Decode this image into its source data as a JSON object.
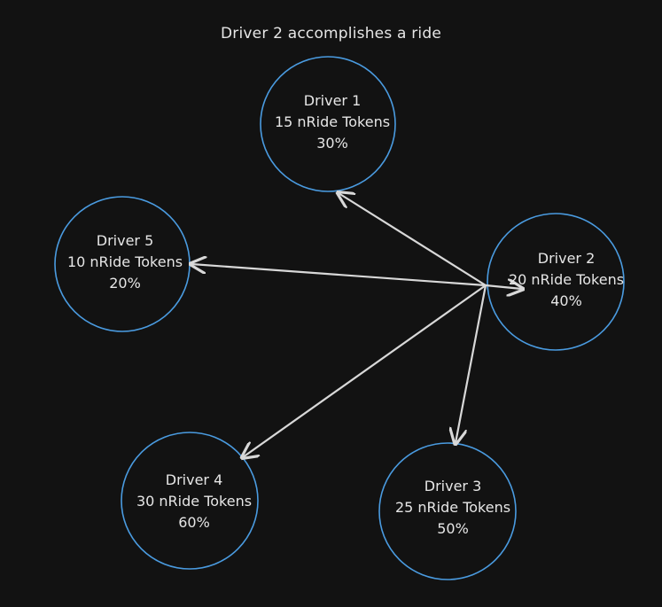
{
  "title": "Driver 2 accomplishes a ride",
  "colors": {
    "background": "#121212",
    "node_stroke": "#4a9be0",
    "arrow": "#d8d8d8",
    "text": "#e6e6e6"
  },
  "nodes": [
    {
      "id": "driver-1",
      "name": "Driver 1",
      "tokens": "15 nRide Tokens",
      "percent": "30%"
    },
    {
      "id": "driver-2",
      "name": "Driver 2",
      "tokens": "20 nRide Tokens",
      "percent": "40%"
    },
    {
      "id": "driver-3",
      "name": "Driver 3",
      "tokens": "25 nRide Tokens",
      "percent": "50%"
    },
    {
      "id": "driver-4",
      "name": "Driver 4",
      "tokens": "30 nRide Tokens",
      "percent": "60%"
    },
    {
      "id": "driver-5",
      "name": "Driver 5",
      "tokens": "10 nRide Tokens",
      "percent": "20%"
    }
  ],
  "edges": [
    {
      "from": "driver-2",
      "to": "driver-1"
    },
    {
      "from": "driver-2",
      "to": "driver-5"
    },
    {
      "from": "driver-2",
      "to": "driver-2"
    },
    {
      "from": "driver-2",
      "to": "driver-4"
    },
    {
      "from": "driver-2",
      "to": "driver-3"
    }
  ]
}
